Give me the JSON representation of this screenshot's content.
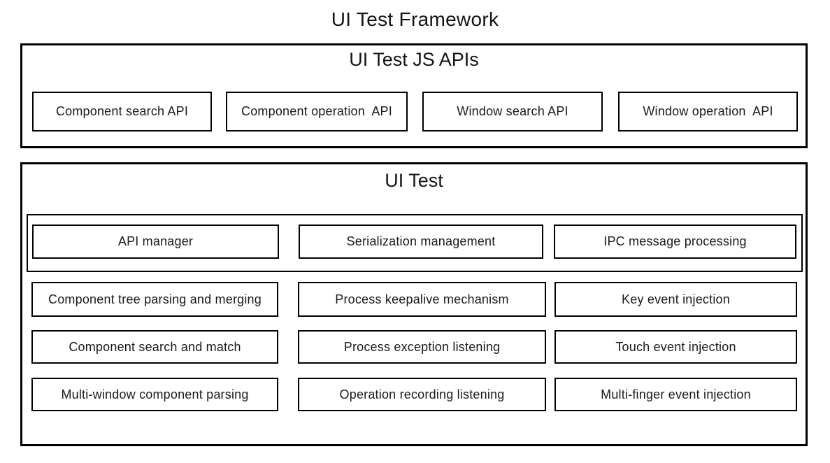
{
  "title": "UI Test Framework",
  "jsapis": {
    "label": "UI Test JS APIs",
    "boxes": [
      "Component search API",
      "Component operation  API",
      "Window search API",
      "Window operation  API"
    ]
  },
  "uitest": {
    "label": "UI Test",
    "core_boxes": [
      "API manager",
      "Serialization management",
      "IPC message processing"
    ],
    "grid": [
      [
        "Component tree parsing and merging",
        "Process keepalive mechanism",
        "Key event injection"
      ],
      [
        "Component search and match",
        "Process exception listening",
        "Touch event injection"
      ],
      [
        "Multi-window component parsing",
        "Operation recording listening",
        "Multi-finger event injection"
      ]
    ]
  },
  "colors": {
    "background": "#ffffff",
    "border": "#000000",
    "text": "#1a1a1a"
  }
}
